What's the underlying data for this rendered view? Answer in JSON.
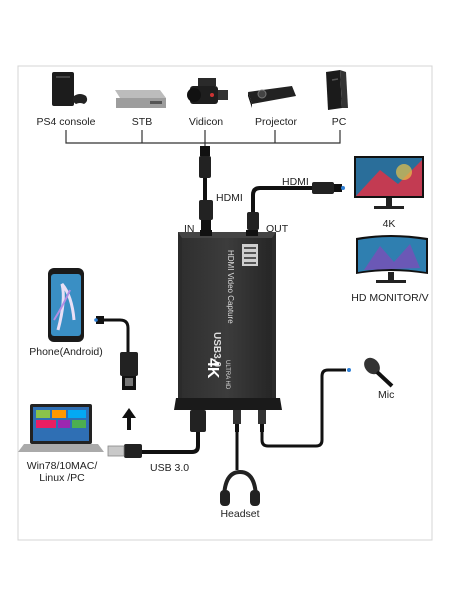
{
  "sources": [
    {
      "label": "PS4 console",
      "icon": "game-console-icon"
    },
    {
      "label": "STB",
      "icon": "set-top-box-icon"
    },
    {
      "label": "Vidicon",
      "icon": "camcorder-icon"
    },
    {
      "label": "Projector",
      "icon": "projector-icon"
    },
    {
      "label": "PC",
      "icon": "pc-tower-icon"
    }
  ],
  "device": {
    "line1": "USB3.0",
    "line2": "HDMI Video Capture",
    "badge": "4K",
    "badge_sub": "ULTRA HD"
  },
  "ports": {
    "in": "IN",
    "out": "OUT"
  },
  "cables": {
    "hdmi_in": "HDMI",
    "hdmi_out": "HDMI",
    "usb": "USB 3.0"
  },
  "outputs": {
    "monitor_4k": "4K",
    "monitor_hd": "HD MONITOR/V"
  },
  "peripherals": {
    "phone": "Phone(Android)",
    "pc": "Win78/10MAC/\nLinux /PC",
    "mic": "Mic",
    "headset": "Headset"
  },
  "colors": {
    "frame": "#c9c9c9",
    "cable": "#1a1a1a",
    "device": "#2b2b2b",
    "connector_tip": "#2e7fd6",
    "screen": "#3a8fc4"
  }
}
